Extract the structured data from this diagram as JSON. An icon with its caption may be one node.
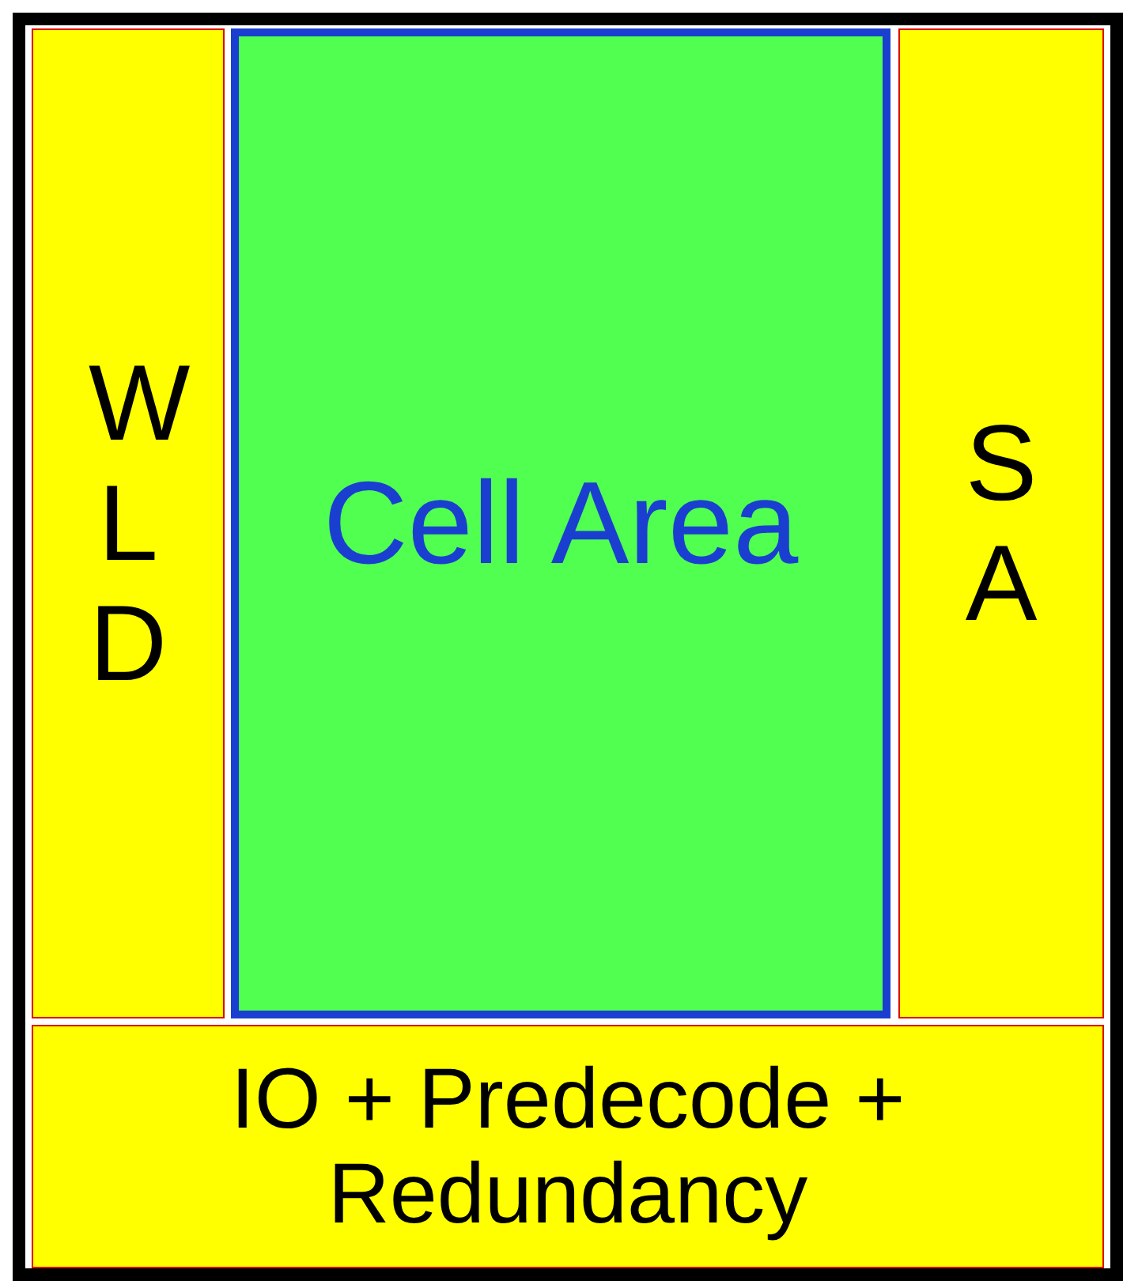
{
  "diagram": {
    "nodes": [
      {
        "text": [],
        "shape": "box"
      },
      {
        "text": [
          "W L D"
        ],
        "in": 0
      },
      {
        "text": [
          "Cell Area"
        ],
        "in": 0
      },
      {
        "text": [
          "S A"
        ],
        "in": 0
      },
      {
        "text": [
          "IO + Predecode + Redundancy"
        ],
        "in": 0
      }
    ]
  }
}
